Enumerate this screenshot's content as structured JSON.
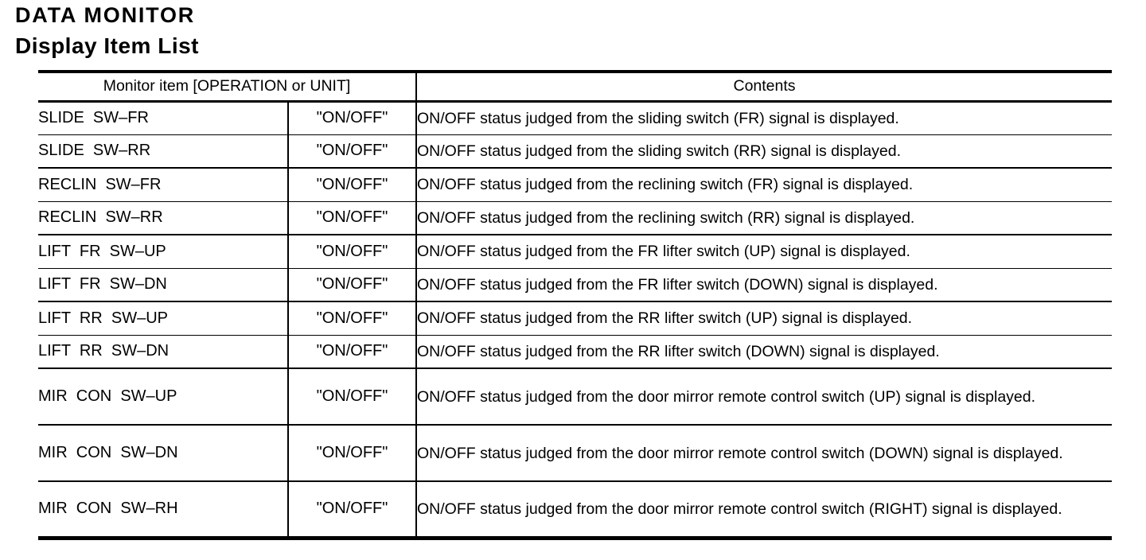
{
  "page": {
    "title": "DATA MONITOR",
    "subtitle": "Display Item List"
  },
  "table": {
    "header": {
      "monitor_item": "Monitor item [OPERATION or UNIT]",
      "contents": "Contents"
    },
    "rows": [
      {
        "item": "SLIDE  SW–FR",
        "operation": "\"ON/OFF\"",
        "contents": "ON/OFF status judged from the sliding switch (FR) signal is displayed."
      },
      {
        "item": "SLIDE  SW–RR",
        "operation": "\"ON/OFF\"",
        "contents": "ON/OFF status judged from the sliding switch (RR) signal is displayed."
      },
      {
        "item": "RECLIN  SW–FR",
        "operation": "\"ON/OFF\"",
        "contents": "ON/OFF status judged from the reclining switch (FR) signal is displayed."
      },
      {
        "item": "RECLIN  SW–RR",
        "operation": "\"ON/OFF\"",
        "contents": "ON/OFF status judged from the reclining switch (RR) signal is displayed."
      },
      {
        "item": "LIFT  FR  SW–UP",
        "operation": "\"ON/OFF\"",
        "contents": "ON/OFF status judged from the FR lifter switch (UP) signal is displayed."
      },
      {
        "item": "LIFT  FR  SW–DN",
        "operation": "\"ON/OFF\"",
        "contents": "ON/OFF status judged from the FR lifter switch (DOWN) signal is displayed."
      },
      {
        "item": "LIFT  RR  SW–UP",
        "operation": "\"ON/OFF\"",
        "contents": "ON/OFF status judged from the RR lifter switch (UP) signal is displayed."
      },
      {
        "item": "LIFT  RR  SW–DN",
        "operation": "\"ON/OFF\"",
        "contents": "ON/OFF status judged from the RR lifter switch (DOWN) signal is displayed."
      },
      {
        "item": "MIR  CON  SW–UP",
        "operation": "\"ON/OFF\"",
        "contents": "ON/OFF status judged from the door mirror remote control switch (UP) signal is displayed."
      },
      {
        "item": "MIR  CON  SW–DN",
        "operation": "\"ON/OFF\"",
        "contents": "ON/OFF status judged from the door mirror remote control switch (DOWN) signal is displayed."
      },
      {
        "item": "MIR  CON  SW–RH",
        "operation": "\"ON/OFF\"",
        "contents": "ON/OFF status judged from the door mirror remote control switch (RIGHT) signal is displayed."
      }
    ]
  }
}
